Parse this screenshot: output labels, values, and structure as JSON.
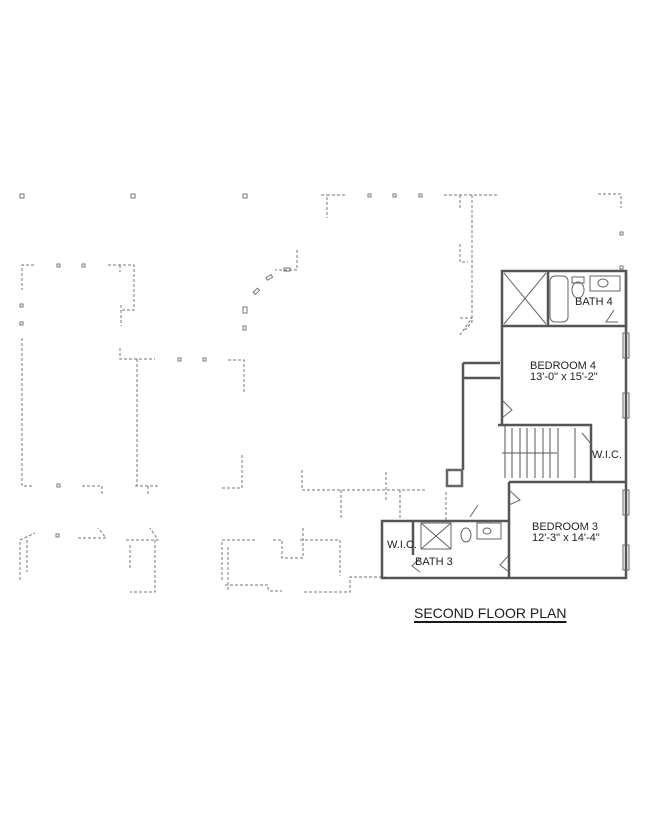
{
  "title": "SECOND FLOOR PLAN",
  "rooms": {
    "bath4": {
      "name": "BATH 4"
    },
    "bedroom4": {
      "name": "BEDROOM 4",
      "dims": "13'-0\" x 15'-2\""
    },
    "wic_upper": {
      "name": "W.I.C."
    },
    "bedroom3": {
      "name": "BEDROOM 3",
      "dims": "12'-3\" x 14'-4\""
    },
    "wic_lower": {
      "name": "W.I.C."
    },
    "bath3": {
      "name": "BATH 3"
    }
  },
  "colors": {
    "wall": "#555555",
    "wall_fill": "#9a9a9a",
    "dashed": "#666666",
    "text": "#222222"
  }
}
